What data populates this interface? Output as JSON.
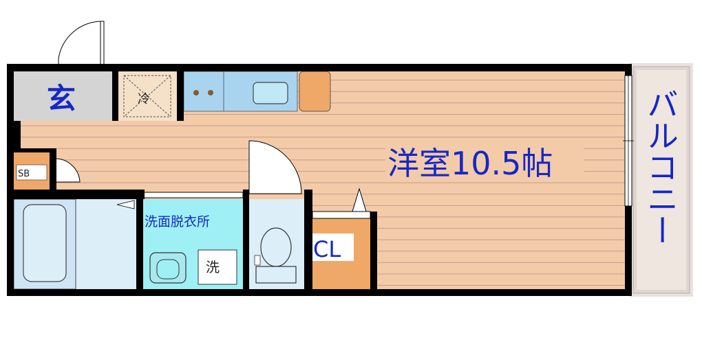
{
  "floorplan": {
    "rooms": {
      "entrance": {
        "label": "玄"
      },
      "fridge": {
        "label": "冷"
      },
      "western_room": {
        "label": "洋室10.5帖",
        "size_jo": 10.5
      },
      "shoe_box": {
        "label": "SB"
      },
      "washroom": {
        "label": "洗面脱衣所"
      },
      "washer": {
        "label": "洗"
      },
      "closet": {
        "label": "CL"
      },
      "balcony": {
        "label": "バルコニー"
      }
    },
    "colors": {
      "wall": "#000000",
      "flooring": "#f3cba9",
      "floor_lines": "#c7988c",
      "entrance_floor": "#d4d4d4",
      "kitchen": "#a8d4f0",
      "fridge": "#f5e0c8",
      "bathroom": "#dceef8",
      "washroom": "#9ef0f5",
      "closet": "#f0a868",
      "balcony": "#f0e6e0",
      "label_text": "#1428c8"
    }
  }
}
